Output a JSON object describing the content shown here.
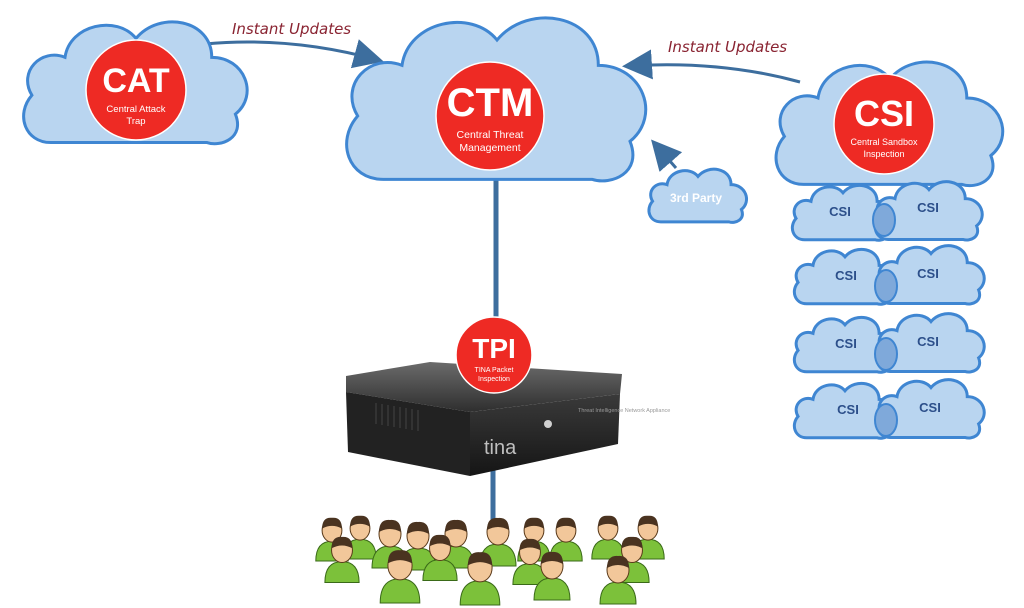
{
  "colors": {
    "cloud_fill": "#b9d5f0",
    "cloud_stroke": "#3f86d2",
    "badge_red": "#ee2a24",
    "link_line": "#3d6e9e",
    "arrow_label": "#8a2432",
    "device_body": "#2a2a2a",
    "person_shirt": "#7cc13a"
  },
  "icons": {
    "device": "network-appliance-icon",
    "users": "user-group-icon"
  },
  "cat": {
    "abbr": "CAT",
    "line1": "Central Attack",
    "line2": "Trap"
  },
  "ctm": {
    "abbr": "CTM",
    "line1": "Central Threat",
    "line2": "Management"
  },
  "csi": {
    "abbr": "CSI",
    "line1": "Central Sandbox",
    "line2": "Inspection"
  },
  "third_party": {
    "label": "3rd Party"
  },
  "tpi": {
    "abbr": "TPI",
    "line1": "TINA Packet",
    "line2": "Inspection"
  },
  "arrows": {
    "left_label": "Instant Updates",
    "right_label": "Instant Updates"
  },
  "csi_grid": {
    "label": "CSI",
    "rows": [
      {
        "left": "CSI",
        "right": "CSI"
      },
      {
        "left": "CSI",
        "right": "CSI"
      },
      {
        "left": "CSI",
        "right": "CSI"
      },
      {
        "left": "CSI",
        "right": "CSI"
      }
    ]
  },
  "device": {
    "brand": "tina",
    "panel_text": "Threat Intelligence Network Appliance"
  }
}
